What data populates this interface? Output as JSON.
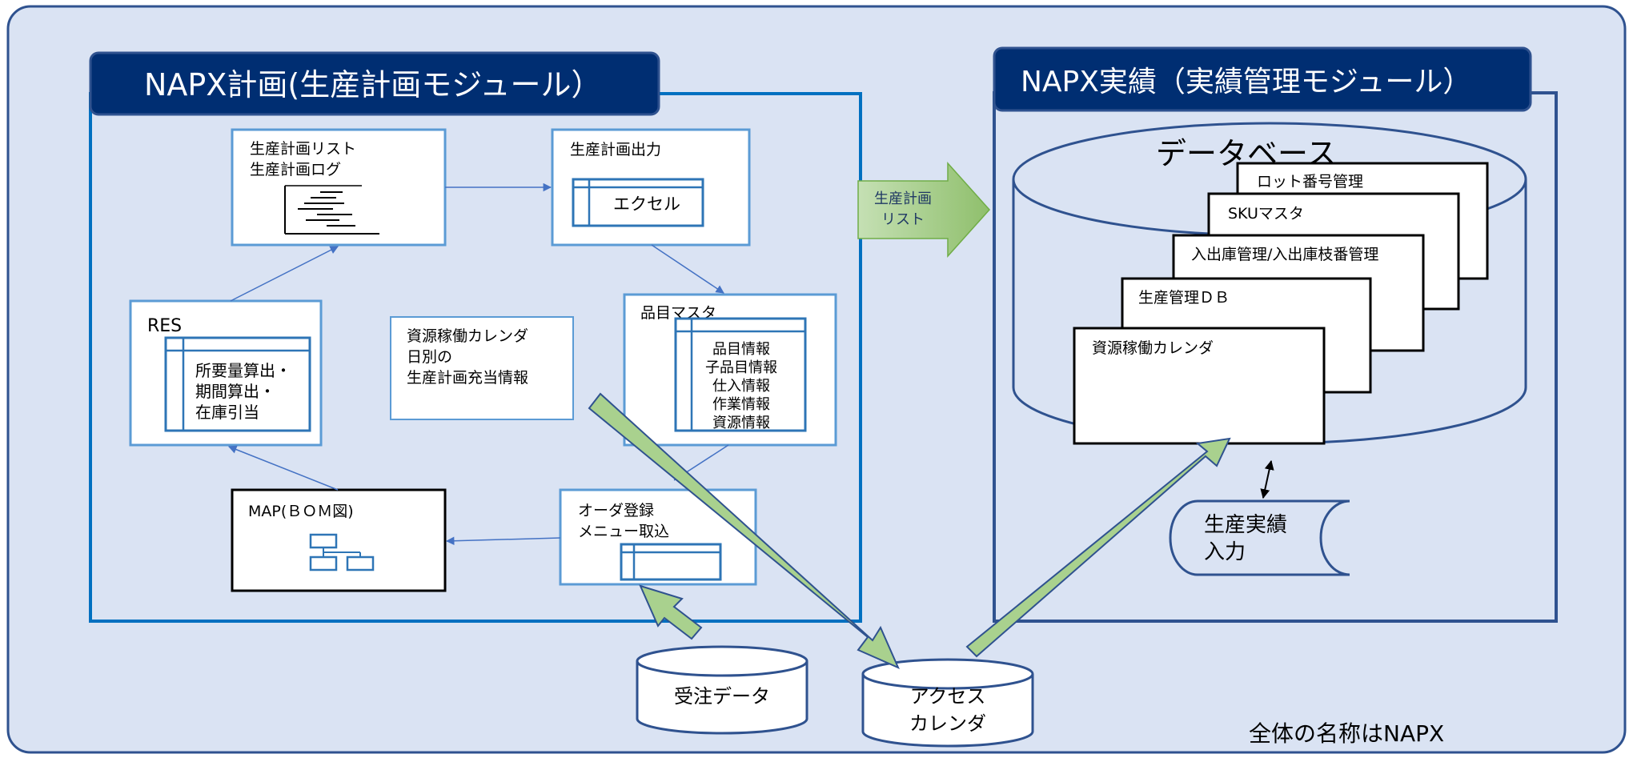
{
  "left_module": {
    "title": "NAPX計画(生産計画モジュール）",
    "plan_list_box": {
      "line1": "生産計画リスト",
      "line2": "生産計画ログ"
    },
    "plan_output_box": {
      "title": "生産計画出力",
      "inner": "エクセル"
    },
    "item_master_box": {
      "title": "品目マスタ",
      "items": [
        "品目情報",
        "子品目情報",
        "仕入情報",
        "作業情報",
        "資源情報"
      ]
    },
    "calendar_box": {
      "lines": [
        "資源稼働カレンダ",
        "日別の",
        "生産計画充当情報"
      ]
    },
    "res_box": {
      "title": "RES",
      "items": [
        "所要量算出・",
        "期間算出・",
        "在庫引当"
      ]
    },
    "map_box": {
      "title": "MAP(ＢＯＭ図)"
    },
    "order_box": {
      "line1": "オーダ登録",
      "line2": "メニュー取込"
    }
  },
  "transfer_arrow": {
    "line1": "生産計画",
    "line2": "リスト"
  },
  "right_module": {
    "title": "NAPX実績（実績管理モジュール）",
    "database": {
      "title": "データベース",
      "sheets": [
        "ロット番号管理",
        "SKUマスタ",
        "入出庫管理/入出庫枝番管理",
        "生産管理ＤＢ",
        "資源稼働カレンダ"
      ]
    },
    "result_input": {
      "line1": "生産実績",
      "line2": "入力"
    }
  },
  "order_data": {
    "label": "受注データ"
  },
  "access_calendar": {
    "line1": "アクセス",
    "line2": "カレンダ"
  },
  "footer": {
    "note": "全体の名称はNAPX"
  },
  "colors": {
    "background": "#dae3f3",
    "outer_border": "#2f528f",
    "module_border_left": "#0070c0",
    "module_border_right": "#2f528f",
    "title_bar": "#002e72",
    "box_border": "#5b9bd5",
    "arrow_line": "#4472c4",
    "green_arrow_fill": "#a9d18e",
    "green_arrow_stroke": "#2f528f"
  }
}
